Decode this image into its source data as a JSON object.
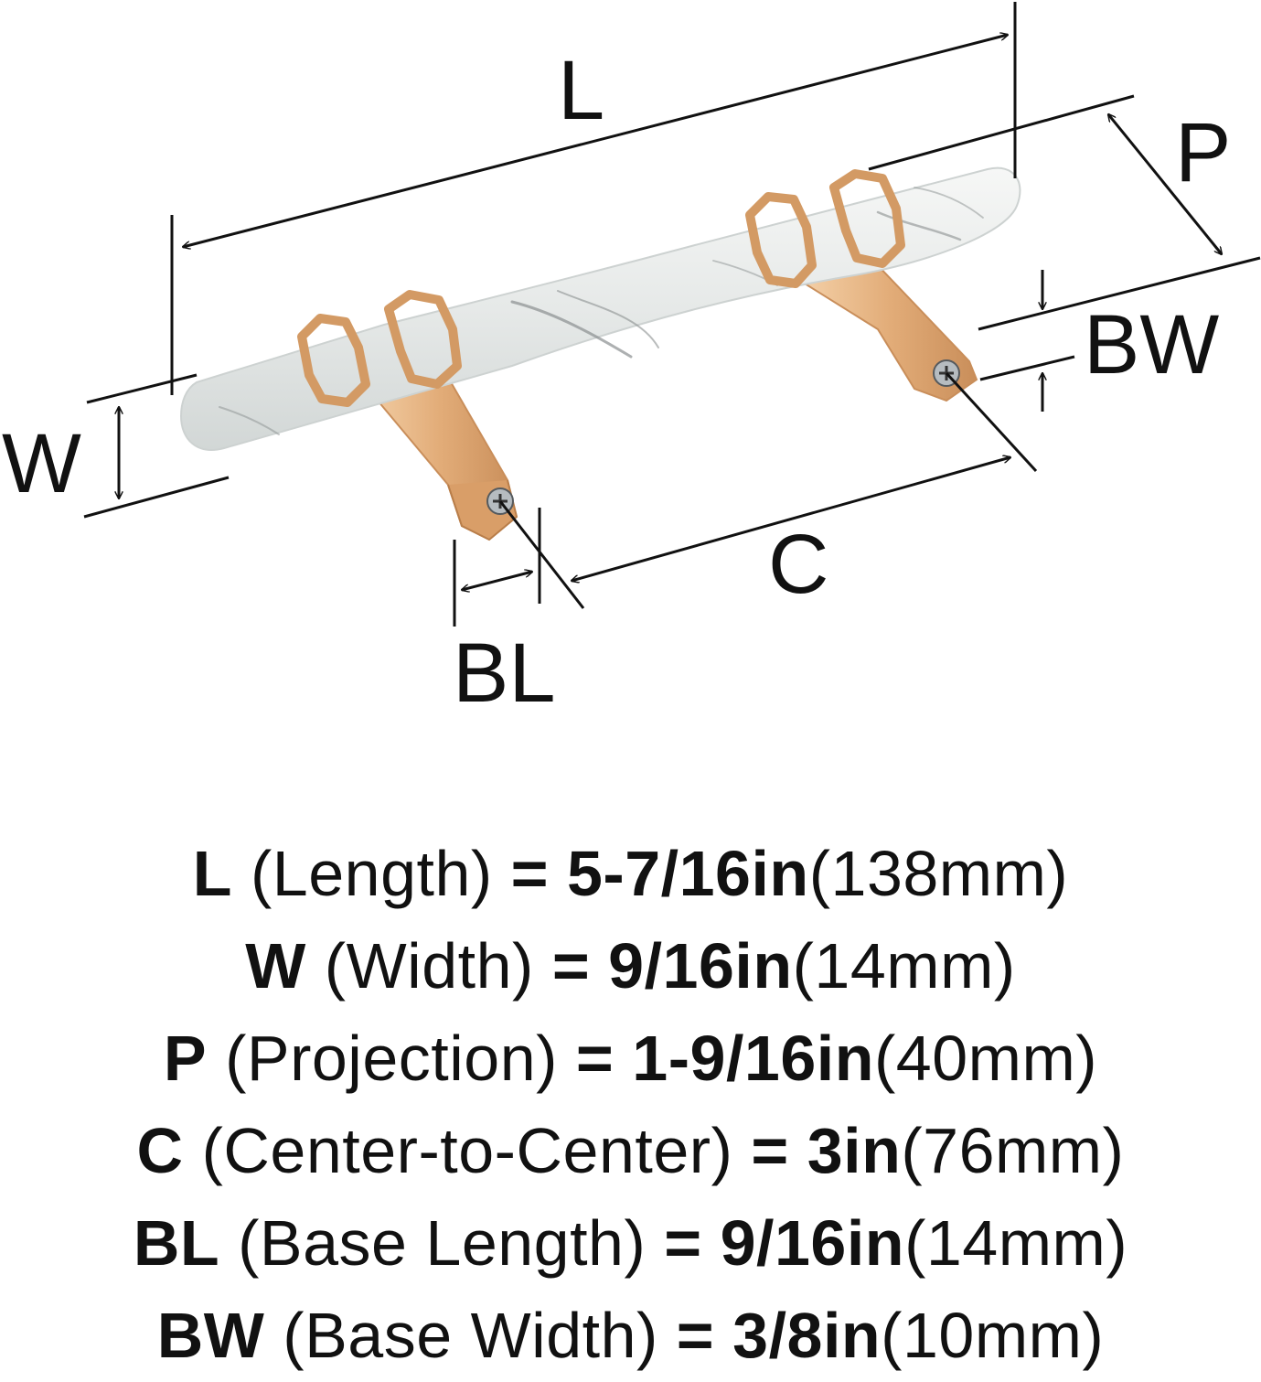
{
  "labels": {
    "L": "L",
    "P": "P",
    "BW": "BW",
    "W": "W",
    "C": "C",
    "BL": "BL"
  },
  "specs": [
    {
      "code": "L",
      "name": "(Length)",
      "eq": "=",
      "imperial": "5-7/16in",
      "metric": "(138mm)"
    },
    {
      "code": "W",
      "name": "(Width)",
      "eq": "=",
      "imperial": "9/16in",
      "metric": "(14mm)"
    },
    {
      "code": "P",
      "name": "(Projection)",
      "eq": "=",
      "imperial": "1-9/16in",
      "metric": "(40mm)"
    },
    {
      "code": "C",
      "name": "(Center-to-Center)",
      "eq": "=",
      "imperial": "3in",
      "metric": "(76mm)"
    },
    {
      "code": "BL",
      "name": "(Base Length)",
      "eq": "=",
      "imperial": "9/16in",
      "metric": "(14mm)"
    },
    {
      "code": "BW",
      "name": "(Base Width)",
      "eq": "=",
      "imperial": "3/8in",
      "metric": "(10mm)"
    }
  ],
  "colors": {
    "line": "#111111",
    "marble": "#e8ebea",
    "vein": "#8a8f90",
    "gold": "#e2ac78",
    "gold_dark": "#c98e5a",
    "gold_light": "#f0c79b"
  }
}
